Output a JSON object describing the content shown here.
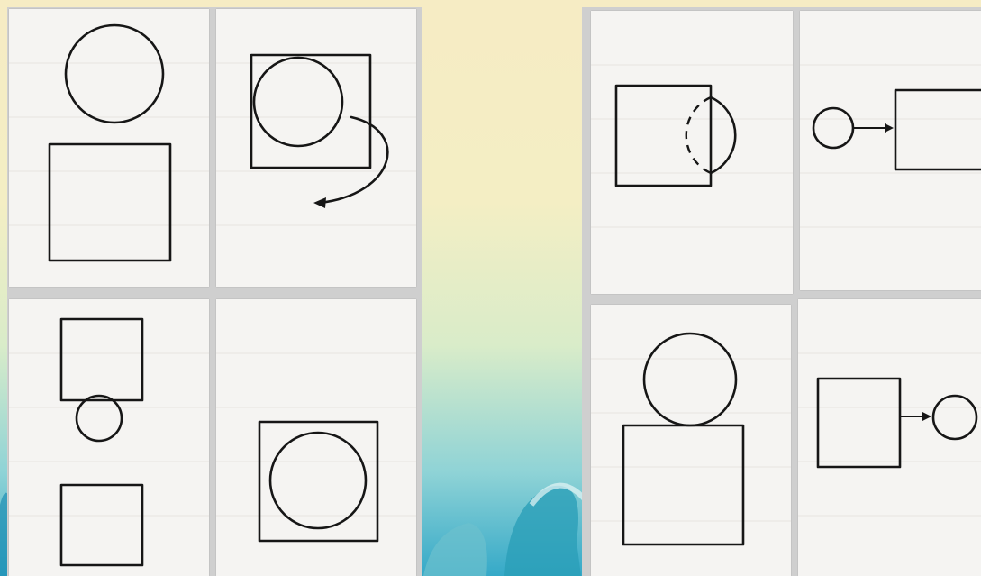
{
  "colors": {
    "background_top": "#f6ecc4",
    "background_bottom": "#35a9c8",
    "card": "#f5f4f2",
    "ink": "#161616"
  },
  "left_sheet": {
    "cards": [
      {
        "id": "circle-above-square",
        "shapes": [
          "circle",
          "square"
        ]
      },
      {
        "id": "circle-inside-square-arrow",
        "shapes": [
          "square",
          "circle",
          "curved-arrow"
        ]
      },
      {
        "id": "square-circle-square",
        "shapes": [
          "square",
          "circle",
          "square"
        ]
      },
      {
        "id": "circle-in-square",
        "shapes": [
          "square",
          "circle"
        ]
      }
    ]
  },
  "right_sheet": {
    "cards": [
      {
        "id": "square-half-circle-dashed",
        "shapes": [
          "square",
          "circle",
          "dashed-arc"
        ]
      },
      {
        "id": "circle-arrow-square",
        "shapes": [
          "circle",
          "arrow",
          "square"
        ]
      },
      {
        "id": "circle-on-square",
        "shapes": [
          "circle",
          "square"
        ]
      },
      {
        "id": "square-arrow-circle",
        "shapes": [
          "square",
          "arrow",
          "circle"
        ]
      }
    ]
  }
}
